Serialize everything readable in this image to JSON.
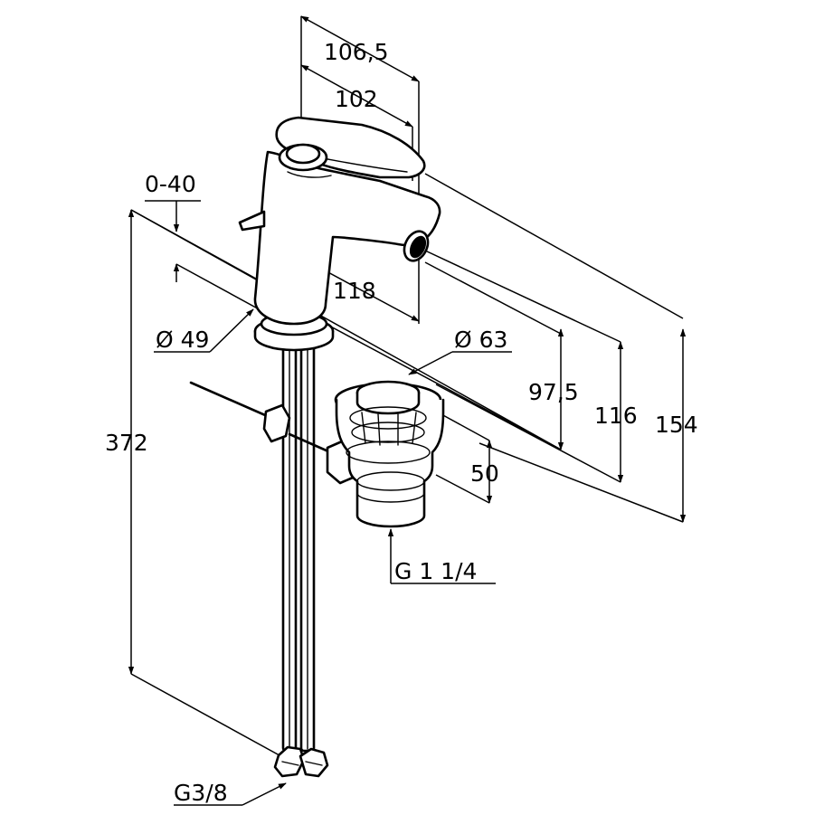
{
  "dimensions": {
    "width_total": "106,5",
    "width_lever": "102",
    "lever_travel": "0-40",
    "spout_reach": "118",
    "base_diameter": "Ø 49",
    "waste_diameter": "Ø 63",
    "height_spout": "97,5",
    "height_body": "116",
    "height_total": "154",
    "waste_height": "50",
    "hose_length": "372",
    "waste_thread": "G 1 1/4",
    "hose_thread": "G3/8"
  },
  "colors": {
    "line": "#000000",
    "background": "#ffffff"
  }
}
